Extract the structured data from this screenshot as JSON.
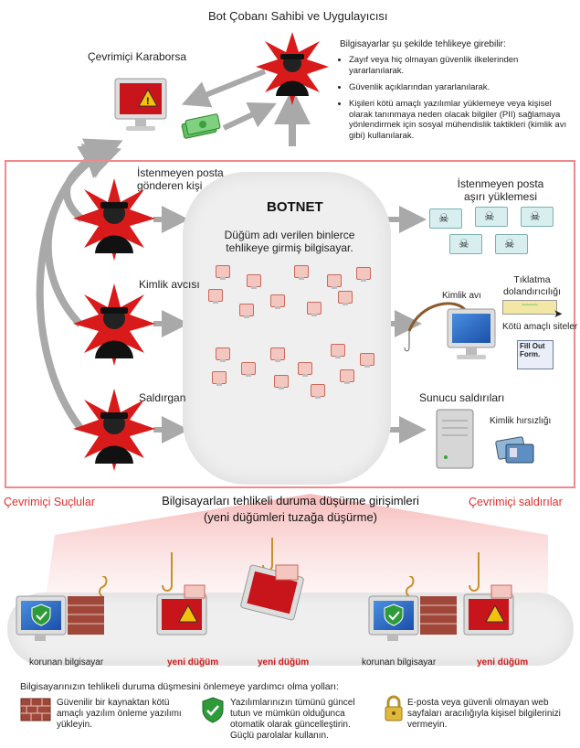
{
  "header": {
    "title": "Bot Çobanı Sahibi ve Uygulayıcısı"
  },
  "top_right": {
    "intro": "Bilgisayarlar şu şekilde tehlikeye girebilir:",
    "bullets": [
      "Zayıf veya hiç olmayan güvenlik ilkelerinden yararlanılarak.",
      "Güvenlik açıklarından yararlanılarak.",
      "Kişileri kötü amaçlı yazılımlar yüklemeye veya kişisel olarak tanınmaya neden olacak bilgiler (PII) sağlamaya yönlendirmek için sosyal mühendislik taktikleri (kimlik avı gibi) kullanılarak."
    ]
  },
  "black_market": "Çevrimiçi Karaborsa",
  "actors": {
    "spammer": "İstenmeyen posta gönderen kişi",
    "phisher": "Kimlik avcısı",
    "attacker": "Saldırgan"
  },
  "botnet": {
    "title": "BOTNET",
    "subtitle": "Düğüm adı verilen binlerce tehlikeye girmiş bilgisayar."
  },
  "outcomes": {
    "spam": "İstenmeyen posta aşırı yüklemesi",
    "click_fraud": "Tıklatma dolandırıcılığı",
    "phishing": "Kimlik avı",
    "malicious_sites": "Kötü amaçlı siteler",
    "fill_out_form": "Fill Out Form.",
    "server_attacks": "Sunucu saldırıları",
    "identity_theft": "Kimlik hırsızlığı"
  },
  "frame_labels": {
    "left": "Çevrimiçi Suçlular",
    "right": "Çevrimiçi saldırılar"
  },
  "compromise": {
    "line1": "Bilgisayarları tehlikeli duruma düşürme girişimleri",
    "line2": "(yeni düğümleri tuzağa düşürme)"
  },
  "bottom_pcs": [
    {
      "label": "korunan bilgisayar",
      "type": "protected"
    },
    {
      "label": "yeni düğüm",
      "type": "new"
    },
    {
      "label": "yeni düğüm",
      "type": "new"
    },
    {
      "label": "korunan bilgisayar",
      "type": "protected"
    },
    {
      "label": "yeni düğüm",
      "type": "new"
    }
  ],
  "help": {
    "title": "Bilgisayarınızın tehlikeli duruma düşmesini önlemeye yardımcı olma yolları:",
    "tips": [
      {
        "icon": "brick-wall-icon",
        "text": "Güvenilir bir kaynaktan kötü amaçlı yazılım önleme yazılımı yükleyin."
      },
      {
        "icon": "green-shield-icon",
        "text": "Yazılımlarınızın tümünü güncel tutun ve mümkün olduğunca otomatik olarak güncelleştirin. Güçlü parolalar kullanın."
      },
      {
        "icon": "padlock-icon",
        "text": "E-posta veya güvenli olmayan web sayfaları aracılığıyla kişisel bilgilerinizi vermeyin."
      }
    ]
  },
  "colors": {
    "frame": "#f08a8a",
    "criminal_red": "#d91a1a",
    "shield_green": "#2e9b3a",
    "arrow_gray": "#a9a9a9"
  }
}
